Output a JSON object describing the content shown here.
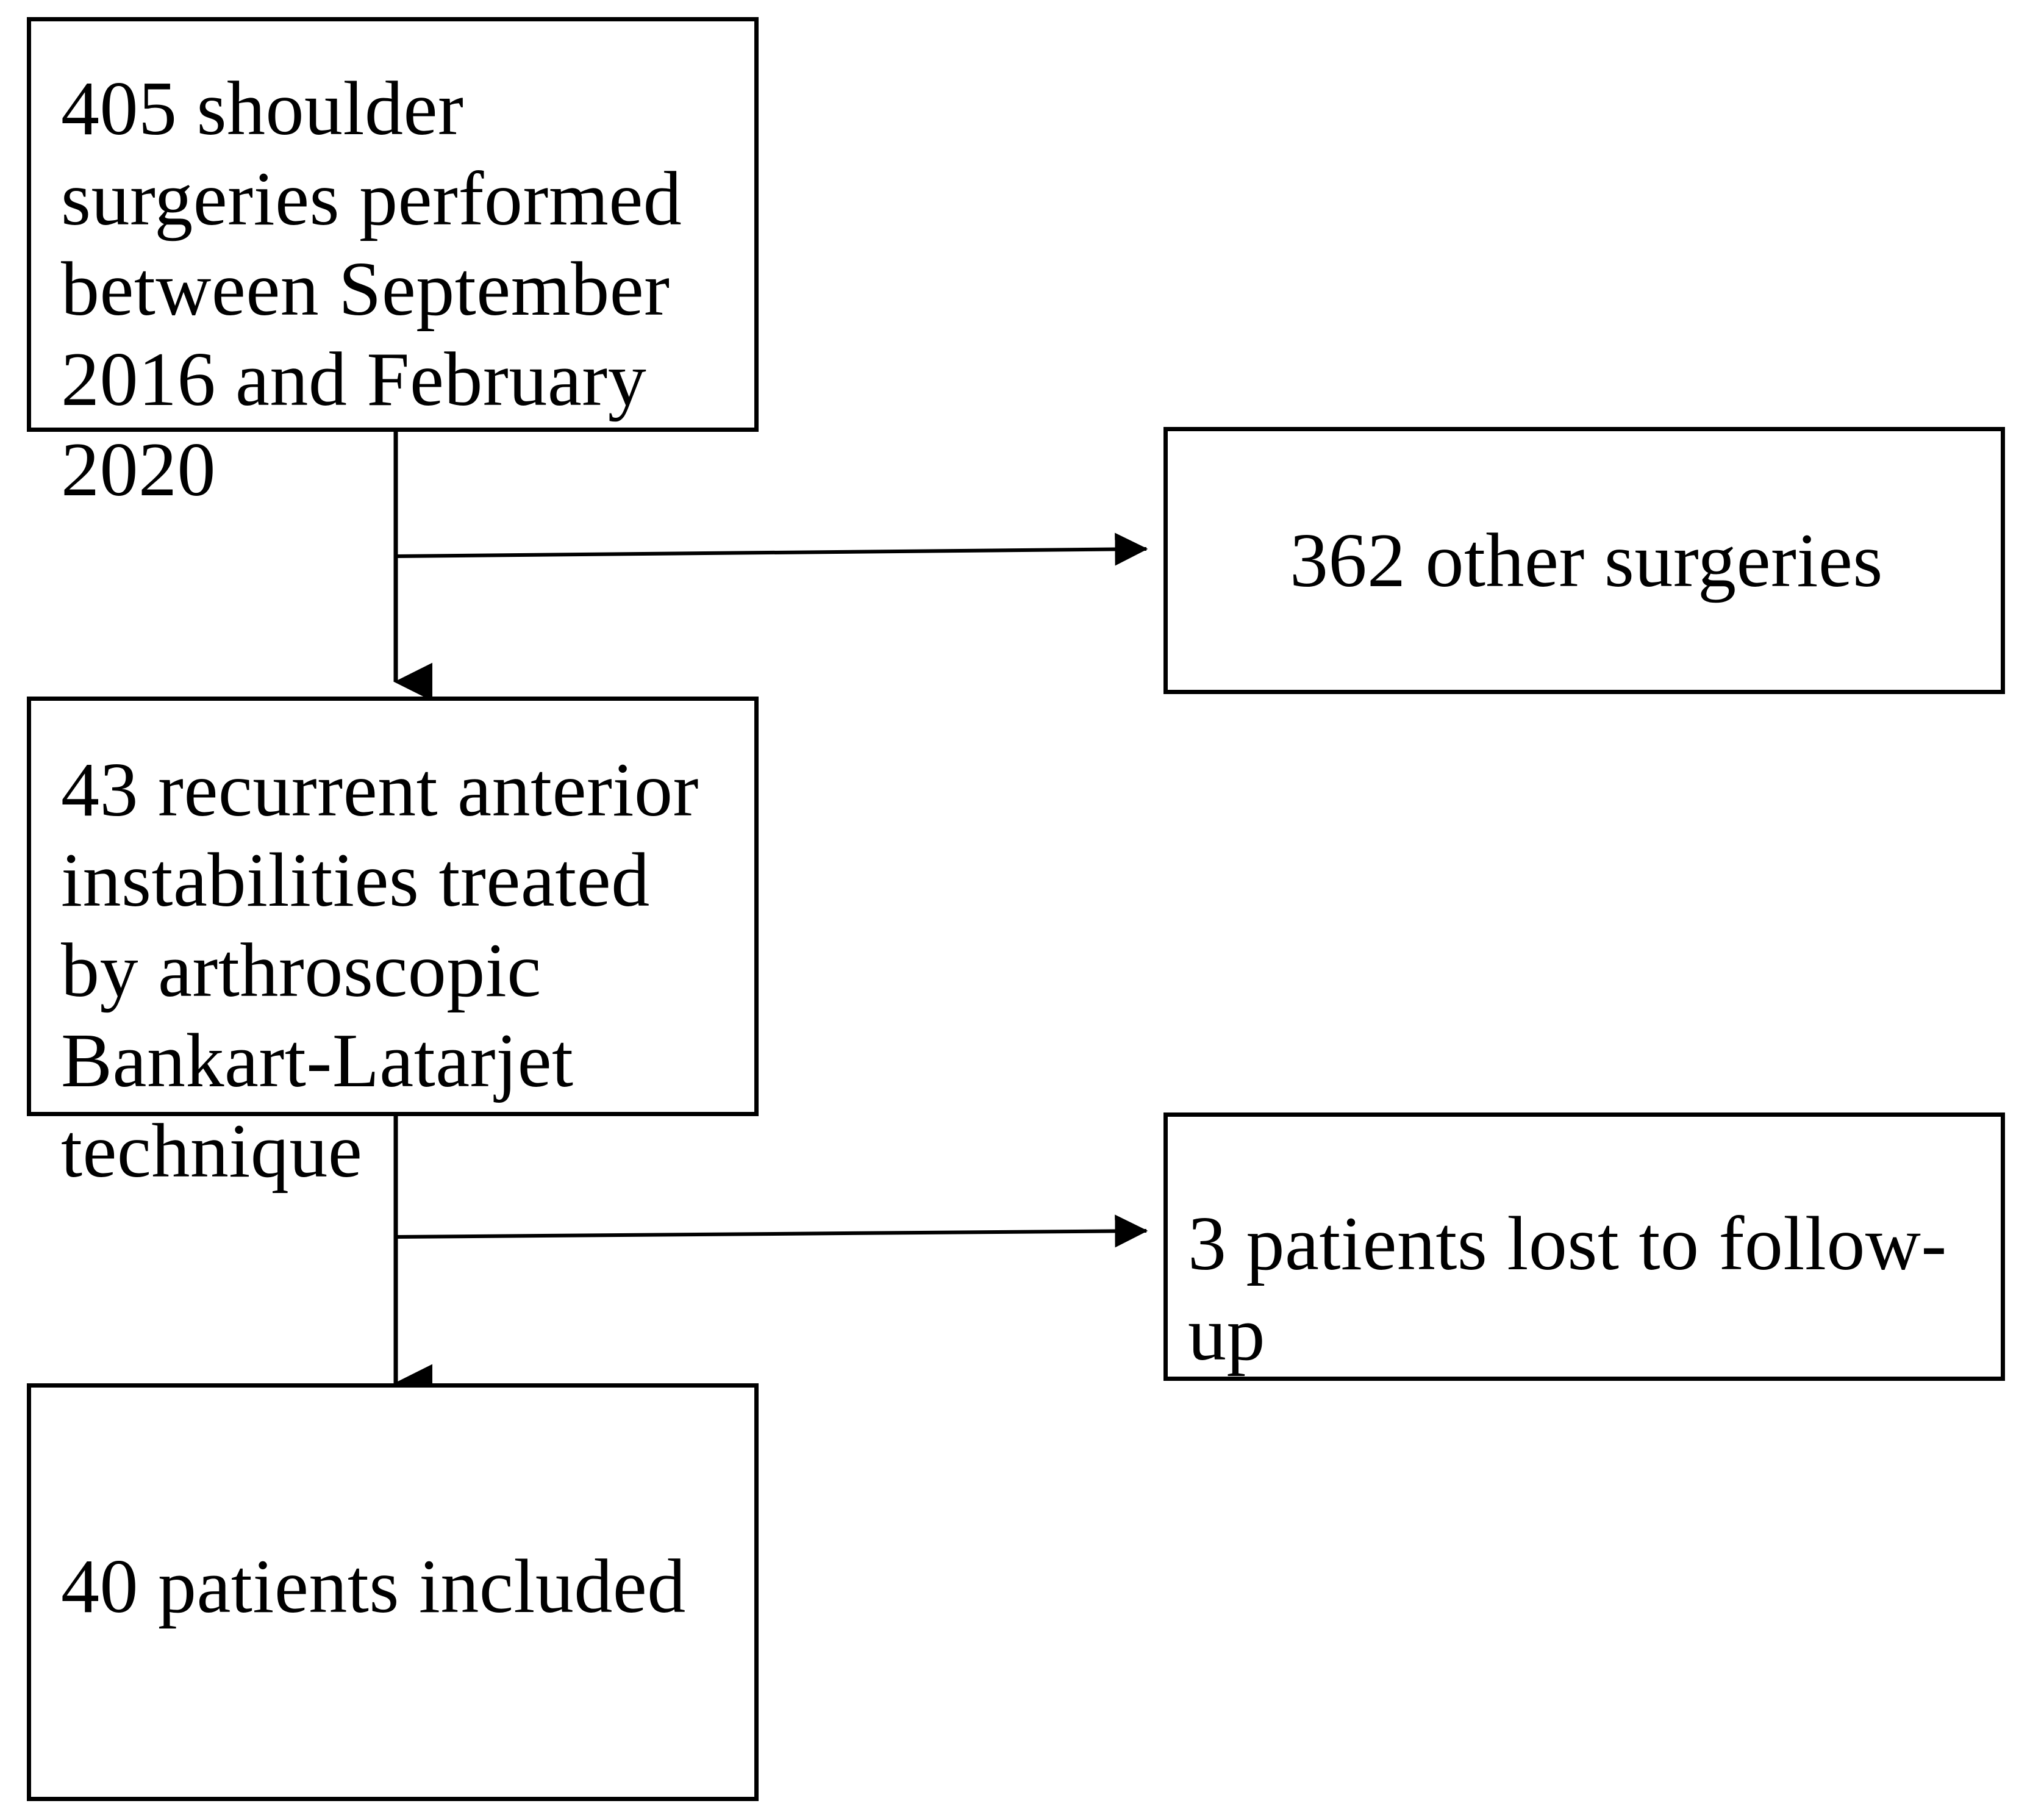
{
  "diagram": {
    "type": "flowchart",
    "orientation": "top-down",
    "title": "",
    "background_color": "#ffffff",
    "line_color": "#000000",
    "text_color": "#000000",
    "nodes": [
      {
        "id": "n1",
        "role": "source-cohort",
        "text": "405 shoulder surgeries performed between September 2016 and February 2020",
        "lines": [
          "405 shoulder  surgeries",
          "performed between",
          "September 2016 and",
          "February 2020"
        ]
      },
      {
        "id": "n2",
        "role": "excluded-branch-1",
        "text": "362 other surgeries",
        "lines": [
          "362 other surgeries"
        ]
      },
      {
        "id": "n3",
        "role": "eligible-cohort",
        "text": "43 recurrent anterior instabilities treated by arthroscopic Bankart-Latarjet technique",
        "lines": [
          "43 recurrent anterior",
          "instabilities  treated by",
          "arthroscopic Bankart-",
          "Latarjet technique"
        ]
      },
      {
        "id": "n4",
        "role": "excluded-branch-2",
        "text": "3 patients lost to follow-up",
        "lines": [
          "3 patients lost to follow-up"
        ]
      },
      {
        "id": "n5",
        "role": "final-cohort",
        "text": "40 patients included",
        "lines": [
          "40 patients included"
        ]
      }
    ],
    "edges": [
      {
        "id": "e1",
        "from": "n1",
        "to": "n3",
        "style": "solid",
        "arrow": "down"
      },
      {
        "id": "e2",
        "from": "n1",
        "to": "n2",
        "style": "solid",
        "arrow": "right"
      },
      {
        "id": "e3",
        "from": "n3",
        "to": "n5",
        "style": "solid",
        "arrow": "down"
      },
      {
        "id": "e4",
        "from": "n3",
        "to": "n4",
        "style": "solid",
        "arrow": "right"
      }
    ]
  }
}
